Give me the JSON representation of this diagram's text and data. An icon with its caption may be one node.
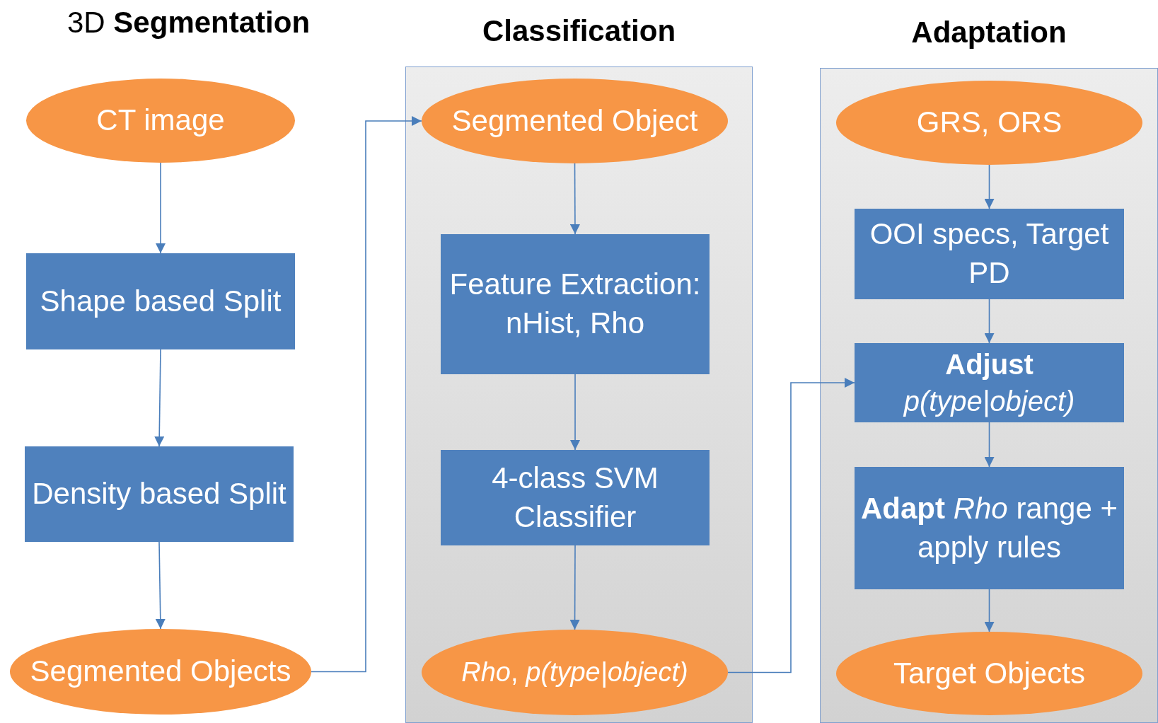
{
  "diagram": {
    "nodes": [
      {
        "text": [
          "CT image"
        ]
      },
      {
        "text": [
          "Shape based Split"
        ]
      },
      {
        "text": [
          "Density based Split"
        ]
      },
      {
        "text": [
          "Segmented Objects"
        ]
      },
      {
        "text": [
          "Classification"
        ]
      },
      {
        "text": [
          "Segmented Object"
        ],
        "in": 4
      },
      {
        "text": [
          "Feature Extraction: nHist, Rho"
        ],
        "in": 4
      },
      {
        "text": [
          "4-class SVM Classifier"
        ],
        "in": 4
      },
      {
        "text": [
          "*Rho*, *p(type|object)*"
        ],
        "in": 4
      },
      {
        "text": [
          "Adaptation"
        ]
      },
      {
        "text": [
          "GRS, ORS"
        ],
        "in": 9
      },
      {
        "text": [
          "OOI specs, Target PD"
        ],
        "in": 9
      },
      {
        "text": [
          "**Adjust** *p(type|object)*"
        ],
        "in": 9
      },
      {
        "text": [
          "**Adapt** *Rho* range + apply rules"
        ],
        "in": 9
      },
      {
        "text": [
          "Target Objects"
        ],
        "in": 9
      }
    ],
    "edges": [
      {
        "from": 0,
        "to": 1,
        "arrow": "to"
      },
      {
        "from": 1,
        "to": 2,
        "arrow": "to"
      },
      {
        "from": 2,
        "to": 3,
        "arrow": "to"
      },
      {
        "from": 3,
        "to": 5,
        "arrow": "to"
      },
      {
        "from": 5,
        "to": 6,
        "arrow": "to"
      },
      {
        "from": 6,
        "to": 7,
        "arrow": "to"
      },
      {
        "from": 7,
        "to": 8,
        "arrow": "to"
      },
      {
        "from": 8,
        "to": 12,
        "arrow": "to"
      },
      {
        "from": 10,
        "to": 11,
        "arrow": "to"
      },
      {
        "from": 11,
        "to": 12,
        "arrow": "to"
      },
      {
        "from": 12,
        "to": 13,
        "arrow": "to"
      },
      {
        "from": 13,
        "to": 14,
        "arrow": "to"
      }
    ],
    "labels": [
      "3D **Segmentation**"
    ]
  }
}
